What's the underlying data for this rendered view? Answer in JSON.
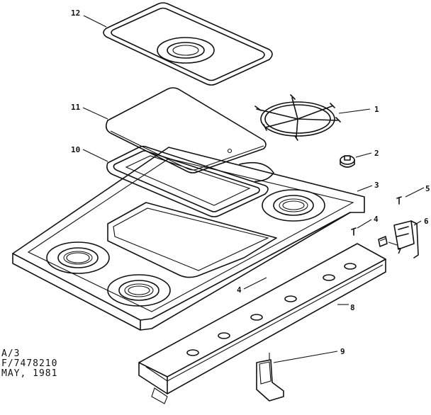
{
  "callouts": {
    "c1": "1",
    "c2": "2",
    "c3": "3",
    "c4a": "4",
    "c4b": "4",
    "c5": "5",
    "c6": "6",
    "c7": "7",
    "c8": "8",
    "c9": "9",
    "c10": "10",
    "c11": "11",
    "c12": "12"
  },
  "caption": {
    "line1": "A/3",
    "line2": "F/7478210",
    "line3": "MAY, 1981"
  }
}
